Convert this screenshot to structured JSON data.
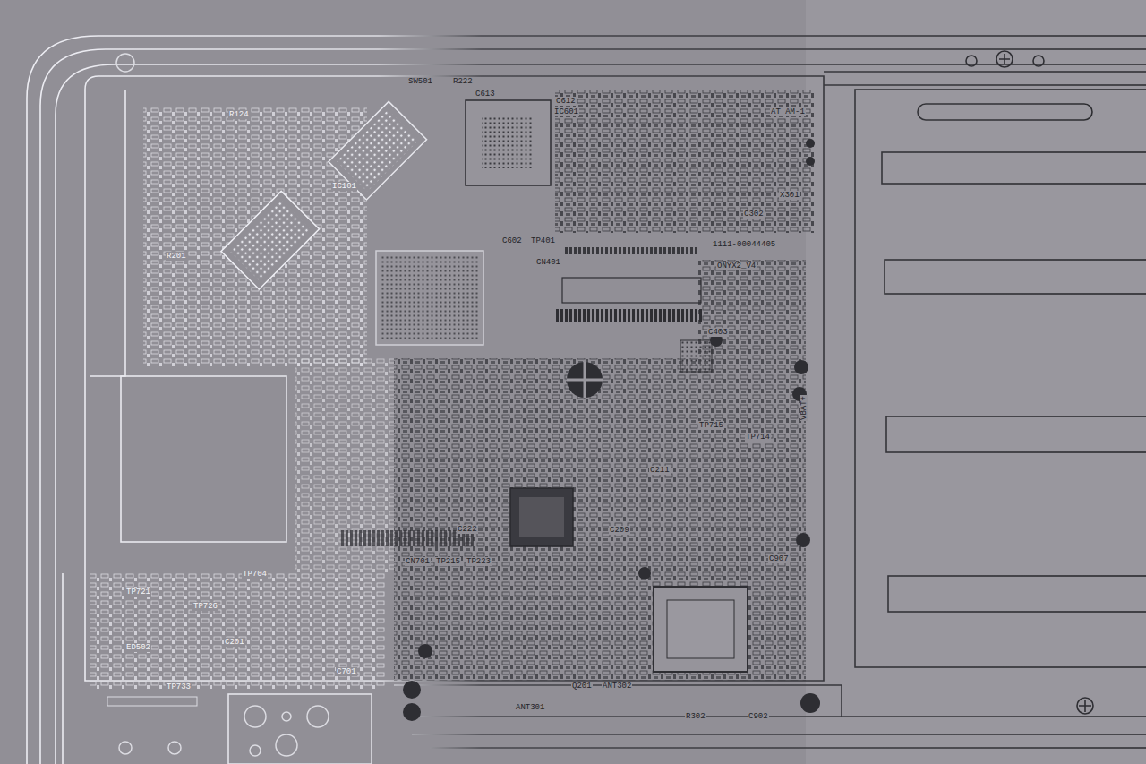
{
  "diagram": {
    "labels": [
      "SW501",
      "R222",
      "C613",
      "C612",
      "IC601",
      "AT AM-1",
      "X301",
      "C302",
      "TP401",
      "C602",
      "1111-00044405",
      "CN401",
      "ONYX2_V4",
      "C403",
      "VBAT+",
      "TP715",
      "TP714",
      "C211",
      "C209",
      "C907",
      "CN701",
      "TP215",
      "TP223",
      "ANT302",
      "Q201",
      "ANT301",
      "R302",
      "C902",
      "C701",
      "TP704",
      "TP721",
      "TP726",
      "C201",
      "ED502",
      "TP733",
      "R124",
      "R201",
      "IC101",
      "C222"
    ]
  }
}
